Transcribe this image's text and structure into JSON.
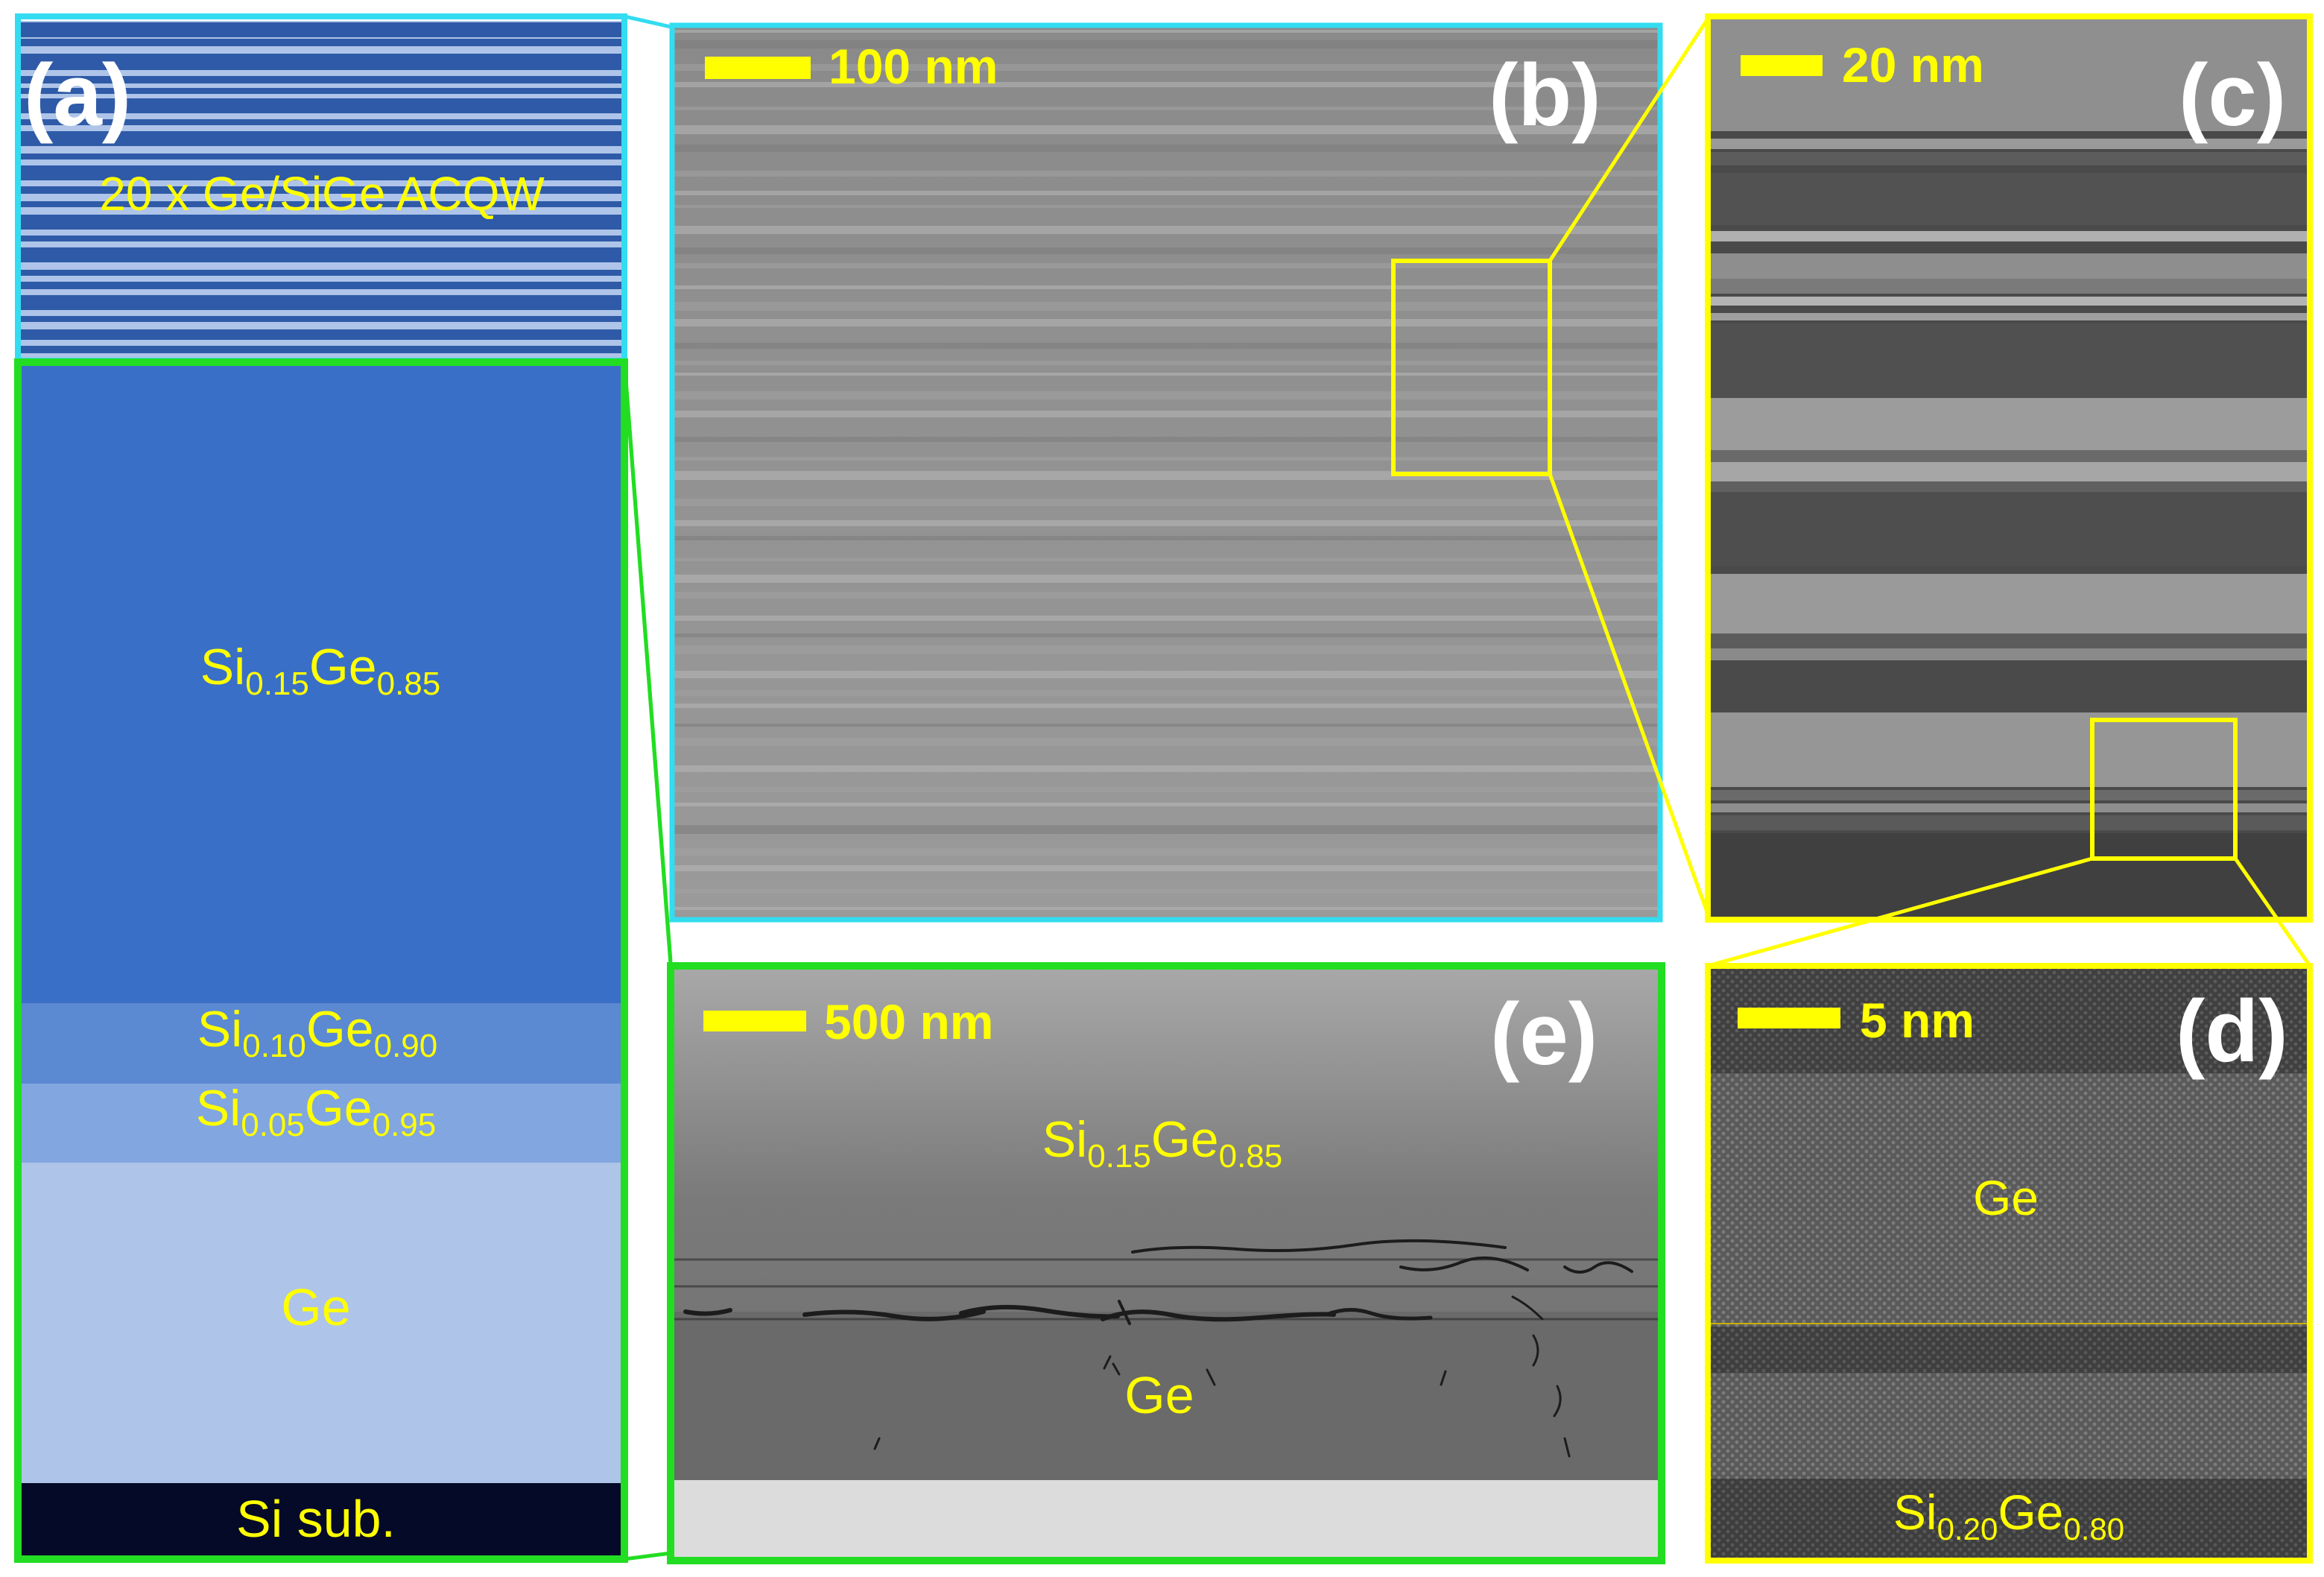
{
  "panels": {
    "a": {
      "label": "(a)",
      "acqw_label": "20 x Ge/SiGe ACQW",
      "layers": [
        {
          "base": "Si",
          "sub1": "0.15",
          "mid": "Ge",
          "sub2": "0.85"
        },
        {
          "base": "Si",
          "sub1": "0.10",
          "mid": "Ge",
          "sub2": "0.90"
        },
        {
          "base": "Si",
          "sub1": "0.05",
          "mid": "Ge",
          "sub2": "0.95"
        }
      ],
      "ge_label": "Ge",
      "substrate_label": "Si sub."
    },
    "b": {
      "label": "(b)",
      "scale": "100 nm"
    },
    "c": {
      "label": "(c)",
      "scale": "20 nm"
    },
    "d": {
      "label": "(d)",
      "scale": "5 nm",
      "ge_label": "Ge",
      "bottom_layer": {
        "base": "Si",
        "sub1": "0.20",
        "mid": "Ge",
        "sub2": "0.80"
      }
    },
    "e": {
      "label": "(e)",
      "scale": "500 nm",
      "ge_label": "Ge",
      "top_layer": {
        "base": "Si",
        "sub1": "0.15",
        "mid": "Ge",
        "sub2": "0.85"
      }
    }
  },
  "colors": {
    "acqw_frame": "#33dcf0",
    "buffer_frame": "#22dd22",
    "zoom_frame": "#ffff00",
    "label_text": "#ffff00",
    "sige85": "#3a6fc7",
    "sige90": "#5b89d2",
    "sige95": "#82a6df",
    "ge": "#aec4e8",
    "si_sub": "#050a28"
  }
}
